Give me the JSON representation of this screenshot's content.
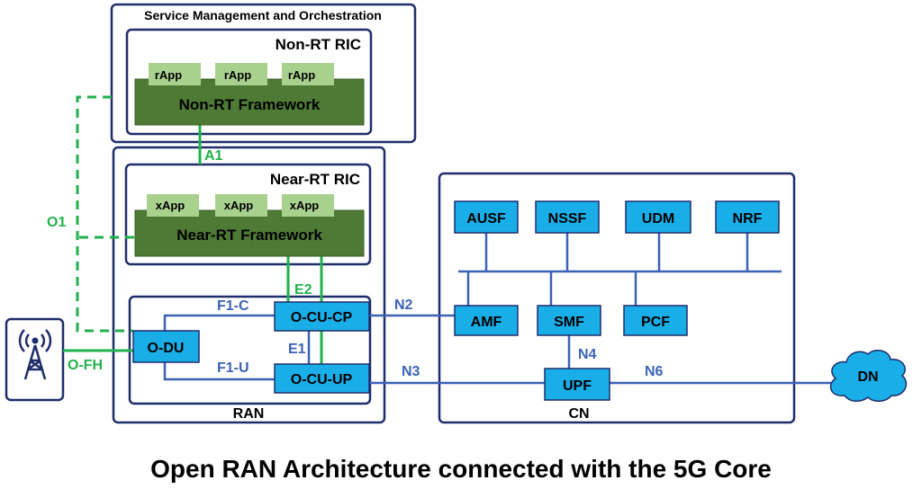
{
  "smo": {
    "title": "Service Management and Orchestration"
  },
  "non_rt_ric": {
    "title": "Non-RT RIC",
    "apps": [
      "rApp",
      "rApp",
      "rApp"
    ],
    "framework": "Non-RT Framework"
  },
  "near_rt_ric": {
    "title": "Near-RT RIC",
    "apps": [
      "xApp",
      "xApp",
      "xApp"
    ],
    "framework": "Near-RT Framework"
  },
  "ran": {
    "label": "RAN",
    "du": "O-DU",
    "cu_cp": "O-CU-CP",
    "cu_up": "O-CU-UP"
  },
  "cn": {
    "label": "CN",
    "nf_top": [
      "AUSF",
      "NSSF",
      "UDM",
      "NRF"
    ],
    "amf": "AMF",
    "smf": "SMF",
    "pcf": "PCF",
    "upf": "UPF"
  },
  "dn": "DN",
  "interfaces": {
    "a1": "A1",
    "o1": "O1",
    "e2": "E2",
    "e1": "E1",
    "f1c": "F1-C",
    "f1u": "F1-U",
    "ofh": "O-FH",
    "n2": "N2",
    "n3": "N3",
    "n4": "N4",
    "n6": "N6"
  },
  "colors": {
    "frame": "#1F2D6B",
    "framework": "#4E7A35",
    "app": "#A9D18E",
    "nf": "#1AAEE8",
    "link_blue": "#3B62B5",
    "link_green": "#22B14C"
  },
  "caption": "Open RAN Architecture connected with the 5G Core"
}
